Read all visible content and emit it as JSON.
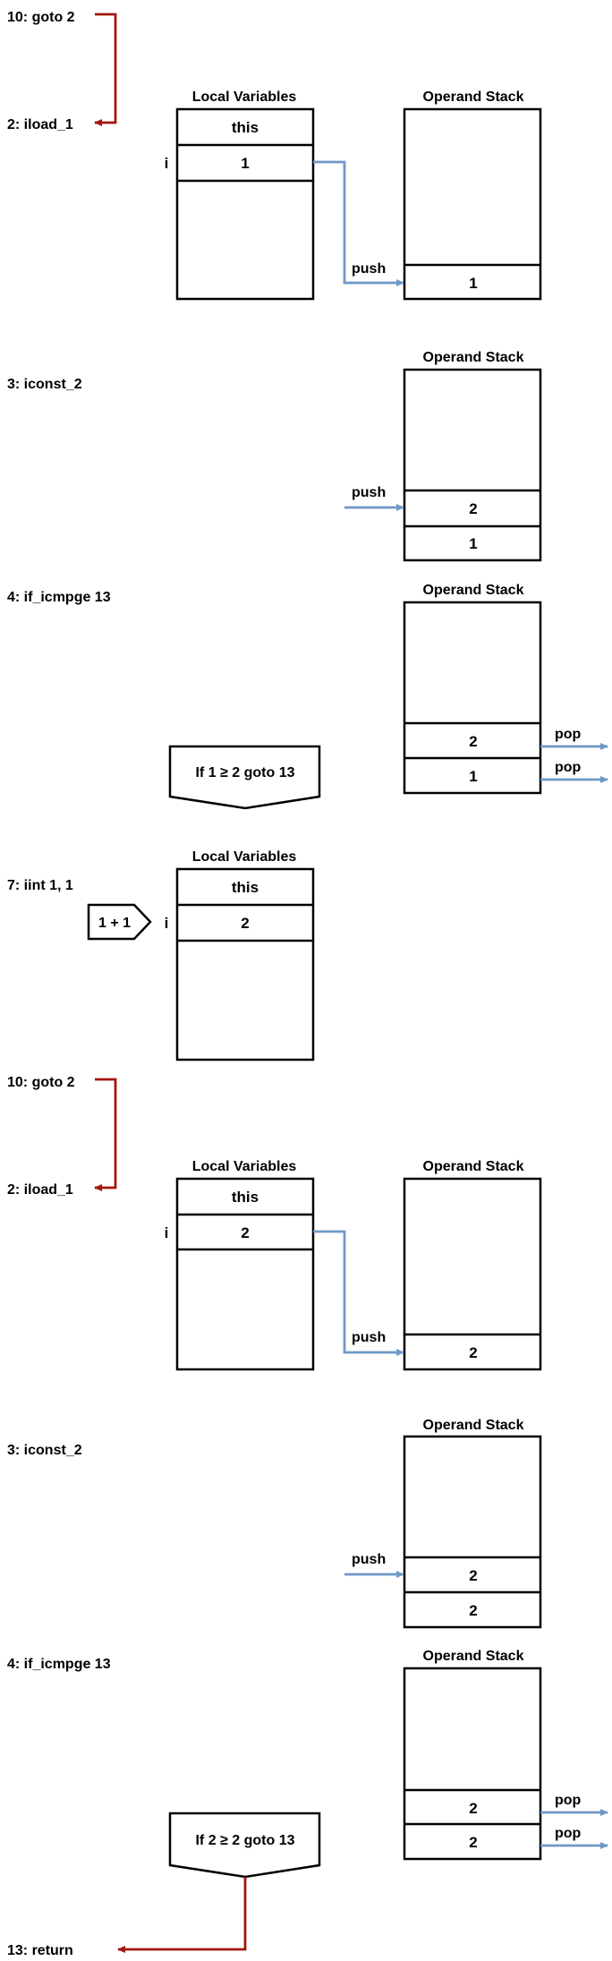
{
  "colors": {
    "push_pop_arrow": "#6e99c8",
    "control_flow_arrow": "#a3160d",
    "outline": "#000000"
  },
  "labels": {
    "local_variables": "Local Variables",
    "operand_stack": "Operand Stack",
    "push": "push",
    "pop": "pop",
    "var_i": "i",
    "this": "this"
  },
  "instructions": {
    "goto_a": "10: goto 2",
    "iload_a": "2: iload_1",
    "iconst_a": "3: iconst_2",
    "ifcmp_a": "4: if_icmpge 13",
    "iinc": "7: iint 1, 1",
    "goto_b": "10: goto 2",
    "iload_b": "2: iload_1",
    "iconst_b": "3: iconst_2",
    "ifcmp_b": "4: if_icmpge 13",
    "ret": "13: return"
  },
  "values": {
    "s1_i": "1",
    "s1_stack_top": "1",
    "s2_stack_top": "2",
    "s2_stack_bottom": "1",
    "s3_stack_top": "2",
    "s3_stack_bottom": "1",
    "s4_i": "2",
    "s5_i": "2",
    "s5_stack_top": "2",
    "s6_stack_top": "2",
    "s6_stack_bottom": "2",
    "s7_stack_top": "2",
    "s7_stack_bottom": "2"
  },
  "callouts": {
    "cond_a": "If 1 ≥ 2 goto 13",
    "add": "1 + 1",
    "cond_b": "If 2 ≥ 2 goto 13"
  }
}
